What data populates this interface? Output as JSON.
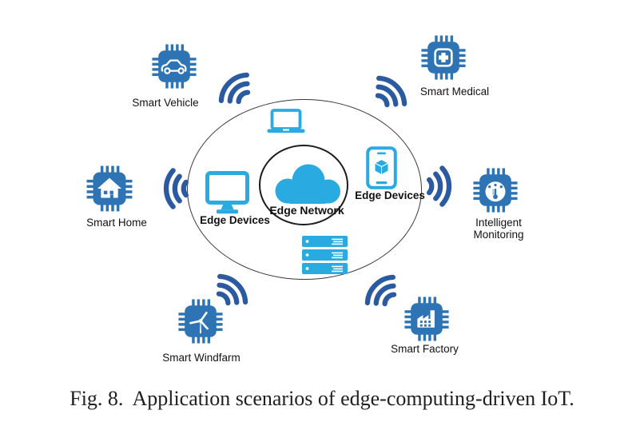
{
  "figure": {
    "caption_label": "Fig. 8.",
    "caption_text": "Application scenarios of edge-computing-driven IoT."
  },
  "colors": {
    "chip_blue": "#2E74B5",
    "wifi_blue": "#2B5AA0",
    "device_cyan": "#29ABE2",
    "outline_dark": "#383838",
    "text_dark": "#111111",
    "caption_color": "#1F1F1F"
  },
  "network": {
    "center_label": "Edge Network",
    "center_icon": "cloud-icon",
    "edge_devices_left_label": "Edge Devices",
    "edge_devices_right_label": "Edge Devices",
    "device_icons": [
      "laptop-icon",
      "monitor-icon",
      "smartphone-icon",
      "server-icon",
      "cloud-icon"
    ]
  },
  "scenarios": [
    {
      "id": "smart-vehicle",
      "label": "Smart Vehicle",
      "icon": "chip-car-icon",
      "position": "top-left",
      "wifi_direction": "up-left"
    },
    {
      "id": "smart-medical",
      "label": "Smart Medical",
      "icon": "chip-medical-cross-icon",
      "position": "top-right",
      "wifi_direction": "up-right"
    },
    {
      "id": "smart-home",
      "label": "Smart Home",
      "icon": "chip-house-icon",
      "position": "left",
      "wifi_direction": "left"
    },
    {
      "id": "intelligent-monitoring",
      "label": "Intelligent Monitoring",
      "label_line1": "Intelligent",
      "label_line2": "Monitoring",
      "icon": "chip-thermometer-gauge-icon",
      "position": "right",
      "wifi_direction": "right"
    },
    {
      "id": "smart-windfarm",
      "label": "Smart Windfarm",
      "icon": "chip-wind-turbine-icon",
      "position": "bottom-left",
      "wifi_direction": "up-right"
    },
    {
      "id": "smart-factory",
      "label": "Smart Factory",
      "icon": "chip-factory-icon",
      "position": "bottom-right",
      "wifi_direction": "up-left"
    }
  ]
}
